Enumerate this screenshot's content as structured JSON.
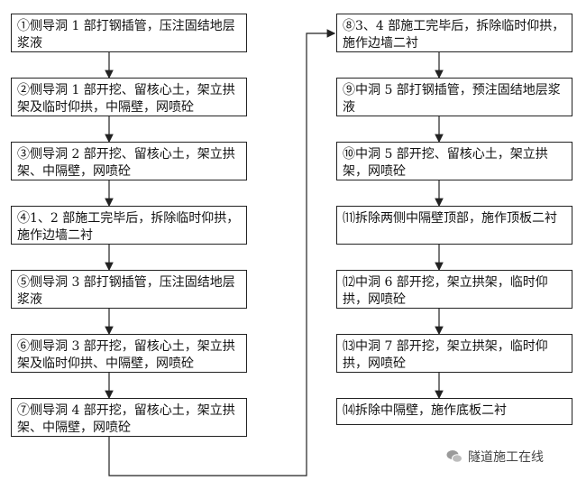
{
  "left_steps": [
    "①侧导洞 1 部打钢插管，压注固结地层浆液",
    "②侧导洞 1 部开挖、留核心土，架立拱架及临时仰拱，中隔壁，网喷砼",
    "③侧导洞 2 部开挖、留核心土，架立拱架、中隔壁，网喷砼",
    "④1、2 部施工完毕后，拆除临时仰拱，施作边墙二衬",
    "⑤侧导洞 3 部打钢插管，压注固结地层浆液",
    "⑥侧导洞 3 部开挖，留核心土，架立拱架及临时仰拱、中隔壁，网喷砼",
    "⑦侧导洞 4 部开挖，留核心土，架立拱架、中隔壁，网喷砼"
  ],
  "right_steps": [
    "⑧3、4 部施工完毕后，拆除临时仰拱，施作边墙二衬",
    "⑨中洞 5 部打钢插管，预注固结地层浆液",
    "⑩中洞 5 部开挖、留核心土，架立拱架，网喷砼",
    "⑾拆除两侧中隔壁顶部，施作顶板二衬",
    "⑿中洞 6 部开挖，架立拱架，临时仰拱，网喷砼",
    "⒀中洞 7 部开挖，架立拱架，临时仰拱，网喷砼",
    "⒁拆除中隔壁，施作底板二衬"
  ],
  "watermark": "隧道施工在线"
}
